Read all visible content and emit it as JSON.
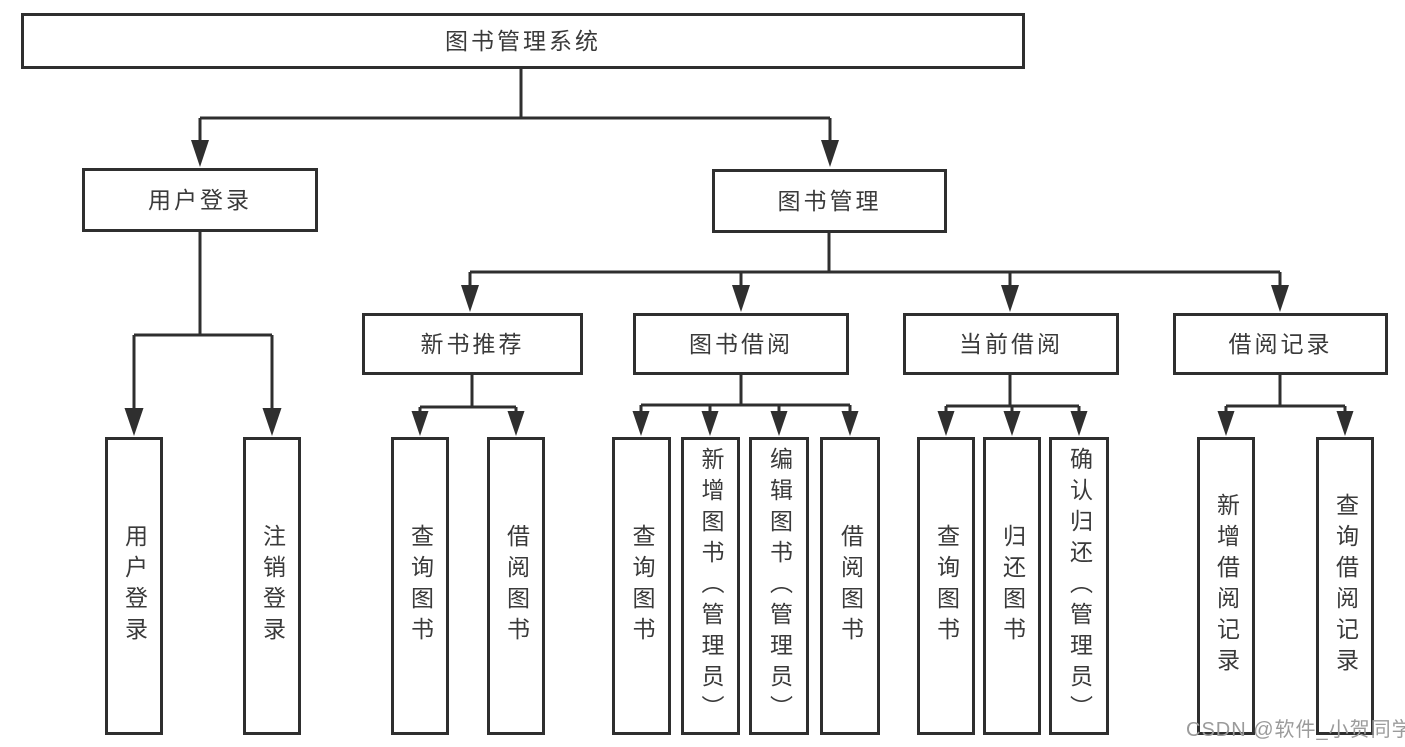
{
  "nodes": {
    "root": "图书管理系统",
    "user_login": "用户登录",
    "book_mgmt": "图书管理",
    "new_books": "新书推荐",
    "borrowing": "图书借阅",
    "current": "当前借阅",
    "records": "借阅记录"
  },
  "leaves": {
    "login": "用户登录",
    "logout": "注销登录",
    "nb_query": "查询图书",
    "nb_borrow": "借阅图书",
    "bb_query": "查询图书",
    "bb_add": "新增图书（管理员）",
    "bb_edit": "编辑图书（管理员）",
    "bb_borrow": "借阅图书",
    "cb_query": "查询图书",
    "cb_return": "归还图书",
    "cb_confirm": "确认归还（管理员）",
    "br_add": "新增借阅记录",
    "br_query": "查询借阅记录"
  },
  "watermark": "CSDN @软件_小贺同学",
  "colors": {
    "line": "#2f2f2f",
    "text": "#3a3a3a",
    "watermark": "#9b9b9b",
    "background": "#ffffff"
  }
}
